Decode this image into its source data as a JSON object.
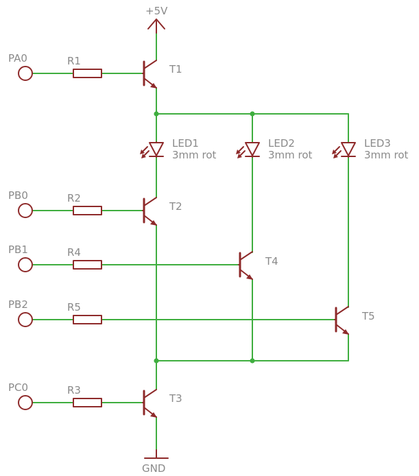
{
  "power": {
    "vcc_label": "+5V",
    "gnd_label": "GND"
  },
  "ports": [
    {
      "label": "PA0"
    },
    {
      "label": "PB0"
    },
    {
      "label": "PB1"
    },
    {
      "label": "PB2"
    },
    {
      "label": "PC0"
    }
  ],
  "resistors": [
    {
      "label": "R1"
    },
    {
      "label": "R2"
    },
    {
      "label": "R4"
    },
    {
      "label": "R5"
    },
    {
      "label": "R3"
    }
  ],
  "transistors": [
    {
      "label": "T1"
    },
    {
      "label": "T2"
    },
    {
      "label": "T4"
    },
    {
      "label": "T5"
    },
    {
      "label": "T3"
    }
  ],
  "leds": [
    {
      "label": "LED1",
      "value": "3mm rot"
    },
    {
      "label": "LED2",
      "value": "3mm rot"
    },
    {
      "label": "LED3",
      "value": "3mm rot"
    }
  ],
  "colors": {
    "wire": "#3fae3f",
    "symbol": "#8e2a2a",
    "label": "#8a8a8a"
  }
}
